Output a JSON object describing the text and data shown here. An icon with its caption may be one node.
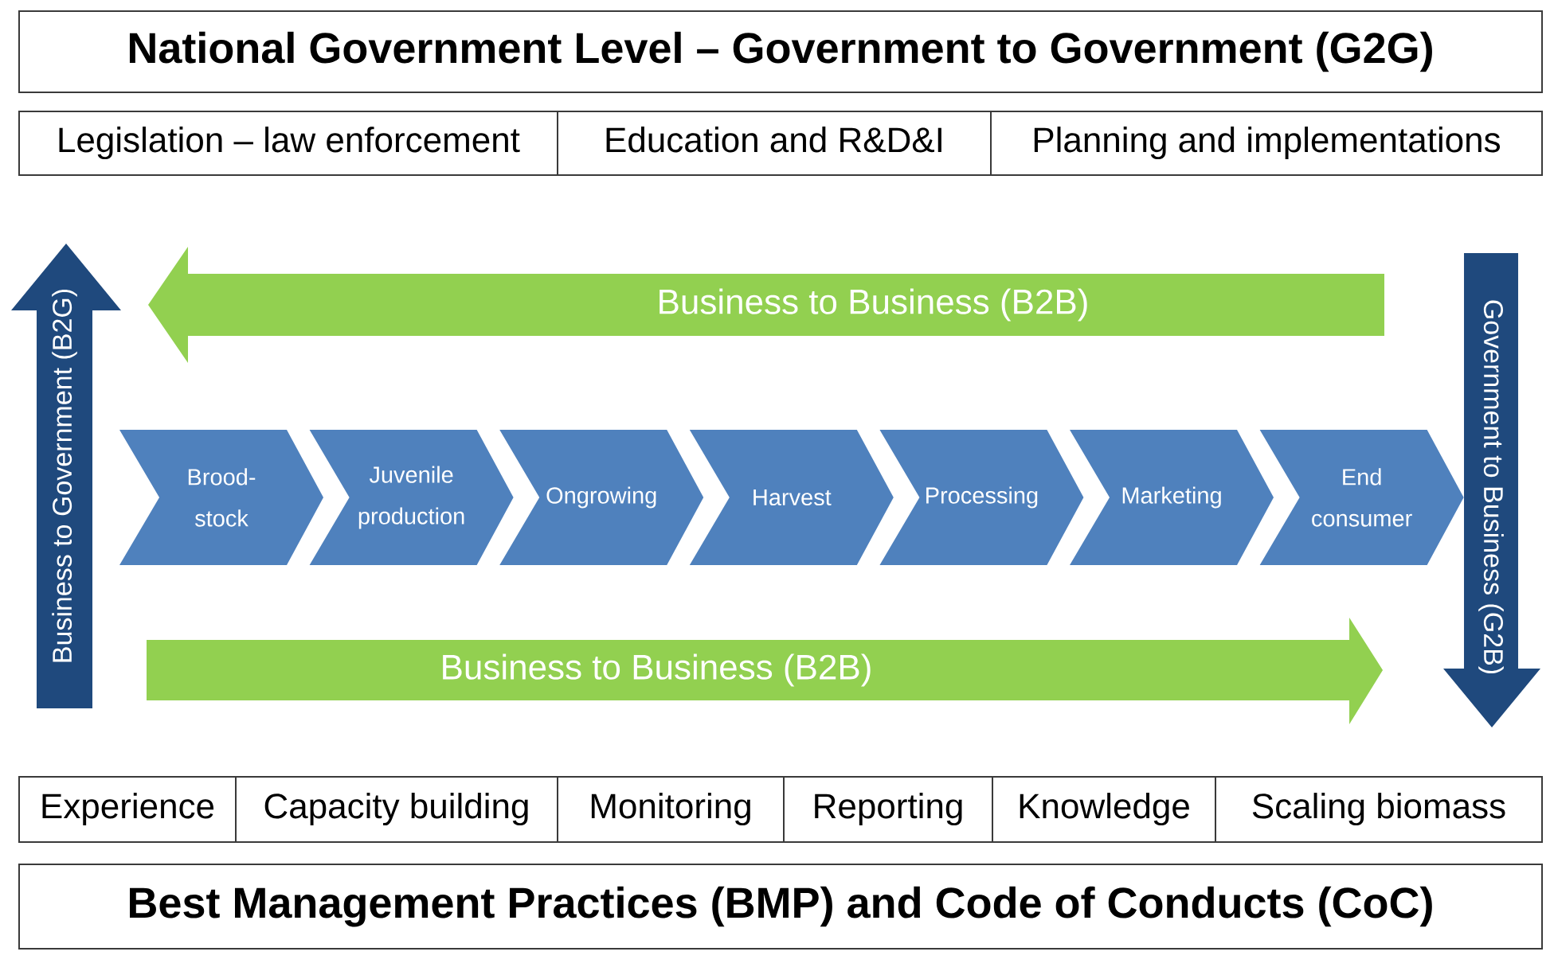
{
  "diagram": {
    "nodes": [
      {
        "text": [
          "National Government Level – Government to Government (G2G)"
        ]
      },
      {
        "text": [
          "Legislation – law enforcement"
        ]
      },
      {
        "text": [
          "Education and R&D&I"
        ]
      },
      {
        "text": [
          "Planning and implementations"
        ]
      },
      {
        "text": [
          "Business to Government (B2G)"
        ]
      },
      {
        "text": [
          "Business to Business (B2B)"
        ]
      },
      {
        "text": [
          "Government to Business (G2B)"
        ]
      },
      {
        "text": [
          "Brood- stock"
        ]
      },
      {
        "text": [
          "Juvenile production"
        ]
      },
      {
        "text": [
          "Ongrowing"
        ]
      },
      {
        "text": [
          "Harvest"
        ]
      },
      {
        "text": [
          "Processing"
        ]
      },
      {
        "text": [
          "Marketing"
        ]
      },
      {
        "text": [
          "End consumer"
        ]
      },
      {
        "text": [
          "Business to Business (B2B)"
        ]
      },
      {
        "text": [
          "Experience"
        ]
      },
      {
        "text": [
          "Capacity building"
        ]
      },
      {
        "text": [
          "Monitoring"
        ]
      },
      {
        "text": [
          "Reporting"
        ]
      },
      {
        "text": [
          "Knowledge"
        ]
      },
      {
        "text": [
          "Scaling biomass"
        ]
      },
      {
        "text": [
          "Best Management Practices (BMP) and Code of Conducts (CoC)"
        ]
      }
    ]
  }
}
